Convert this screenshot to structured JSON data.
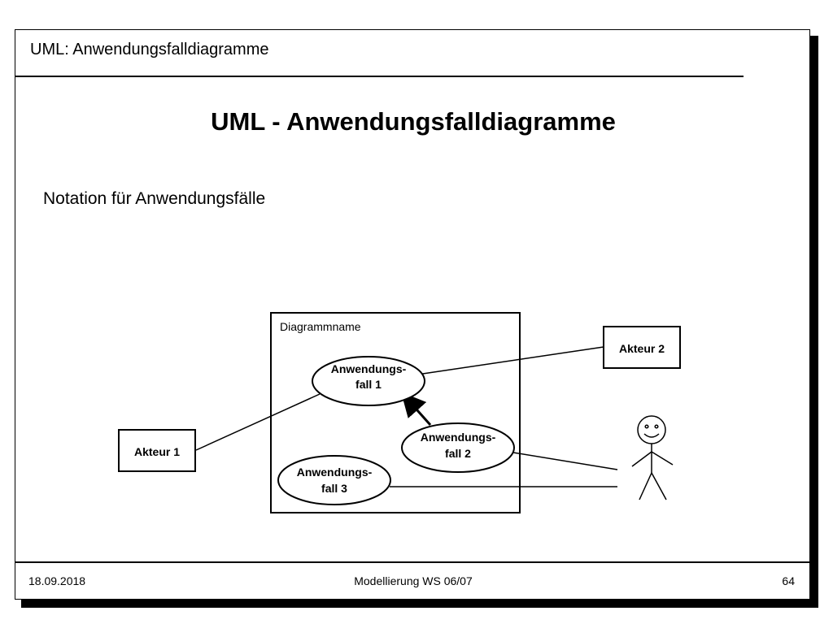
{
  "header": {
    "title": "UML: Anwendungsfalldiagramme"
  },
  "main": {
    "title": "UML - Anwendungsfalldiagramme",
    "subtitle": "Notation für Anwendungsfälle"
  },
  "diagram": {
    "system_name": "Diagrammname",
    "use_cases": [
      {
        "line1": "Anwendungs-",
        "line2": "fall 1"
      },
      {
        "line1": "Anwendungs-",
        "line2": "fall 2"
      },
      {
        "line1": "Anwendungs-",
        "line2": "fall 3"
      }
    ],
    "actors": [
      {
        "label": "Akteur 1"
      },
      {
        "label": "Akteur 2"
      }
    ]
  },
  "footer": {
    "date": "18.09.2018",
    "course": "Modellierung WS 06/07",
    "page": "64"
  }
}
